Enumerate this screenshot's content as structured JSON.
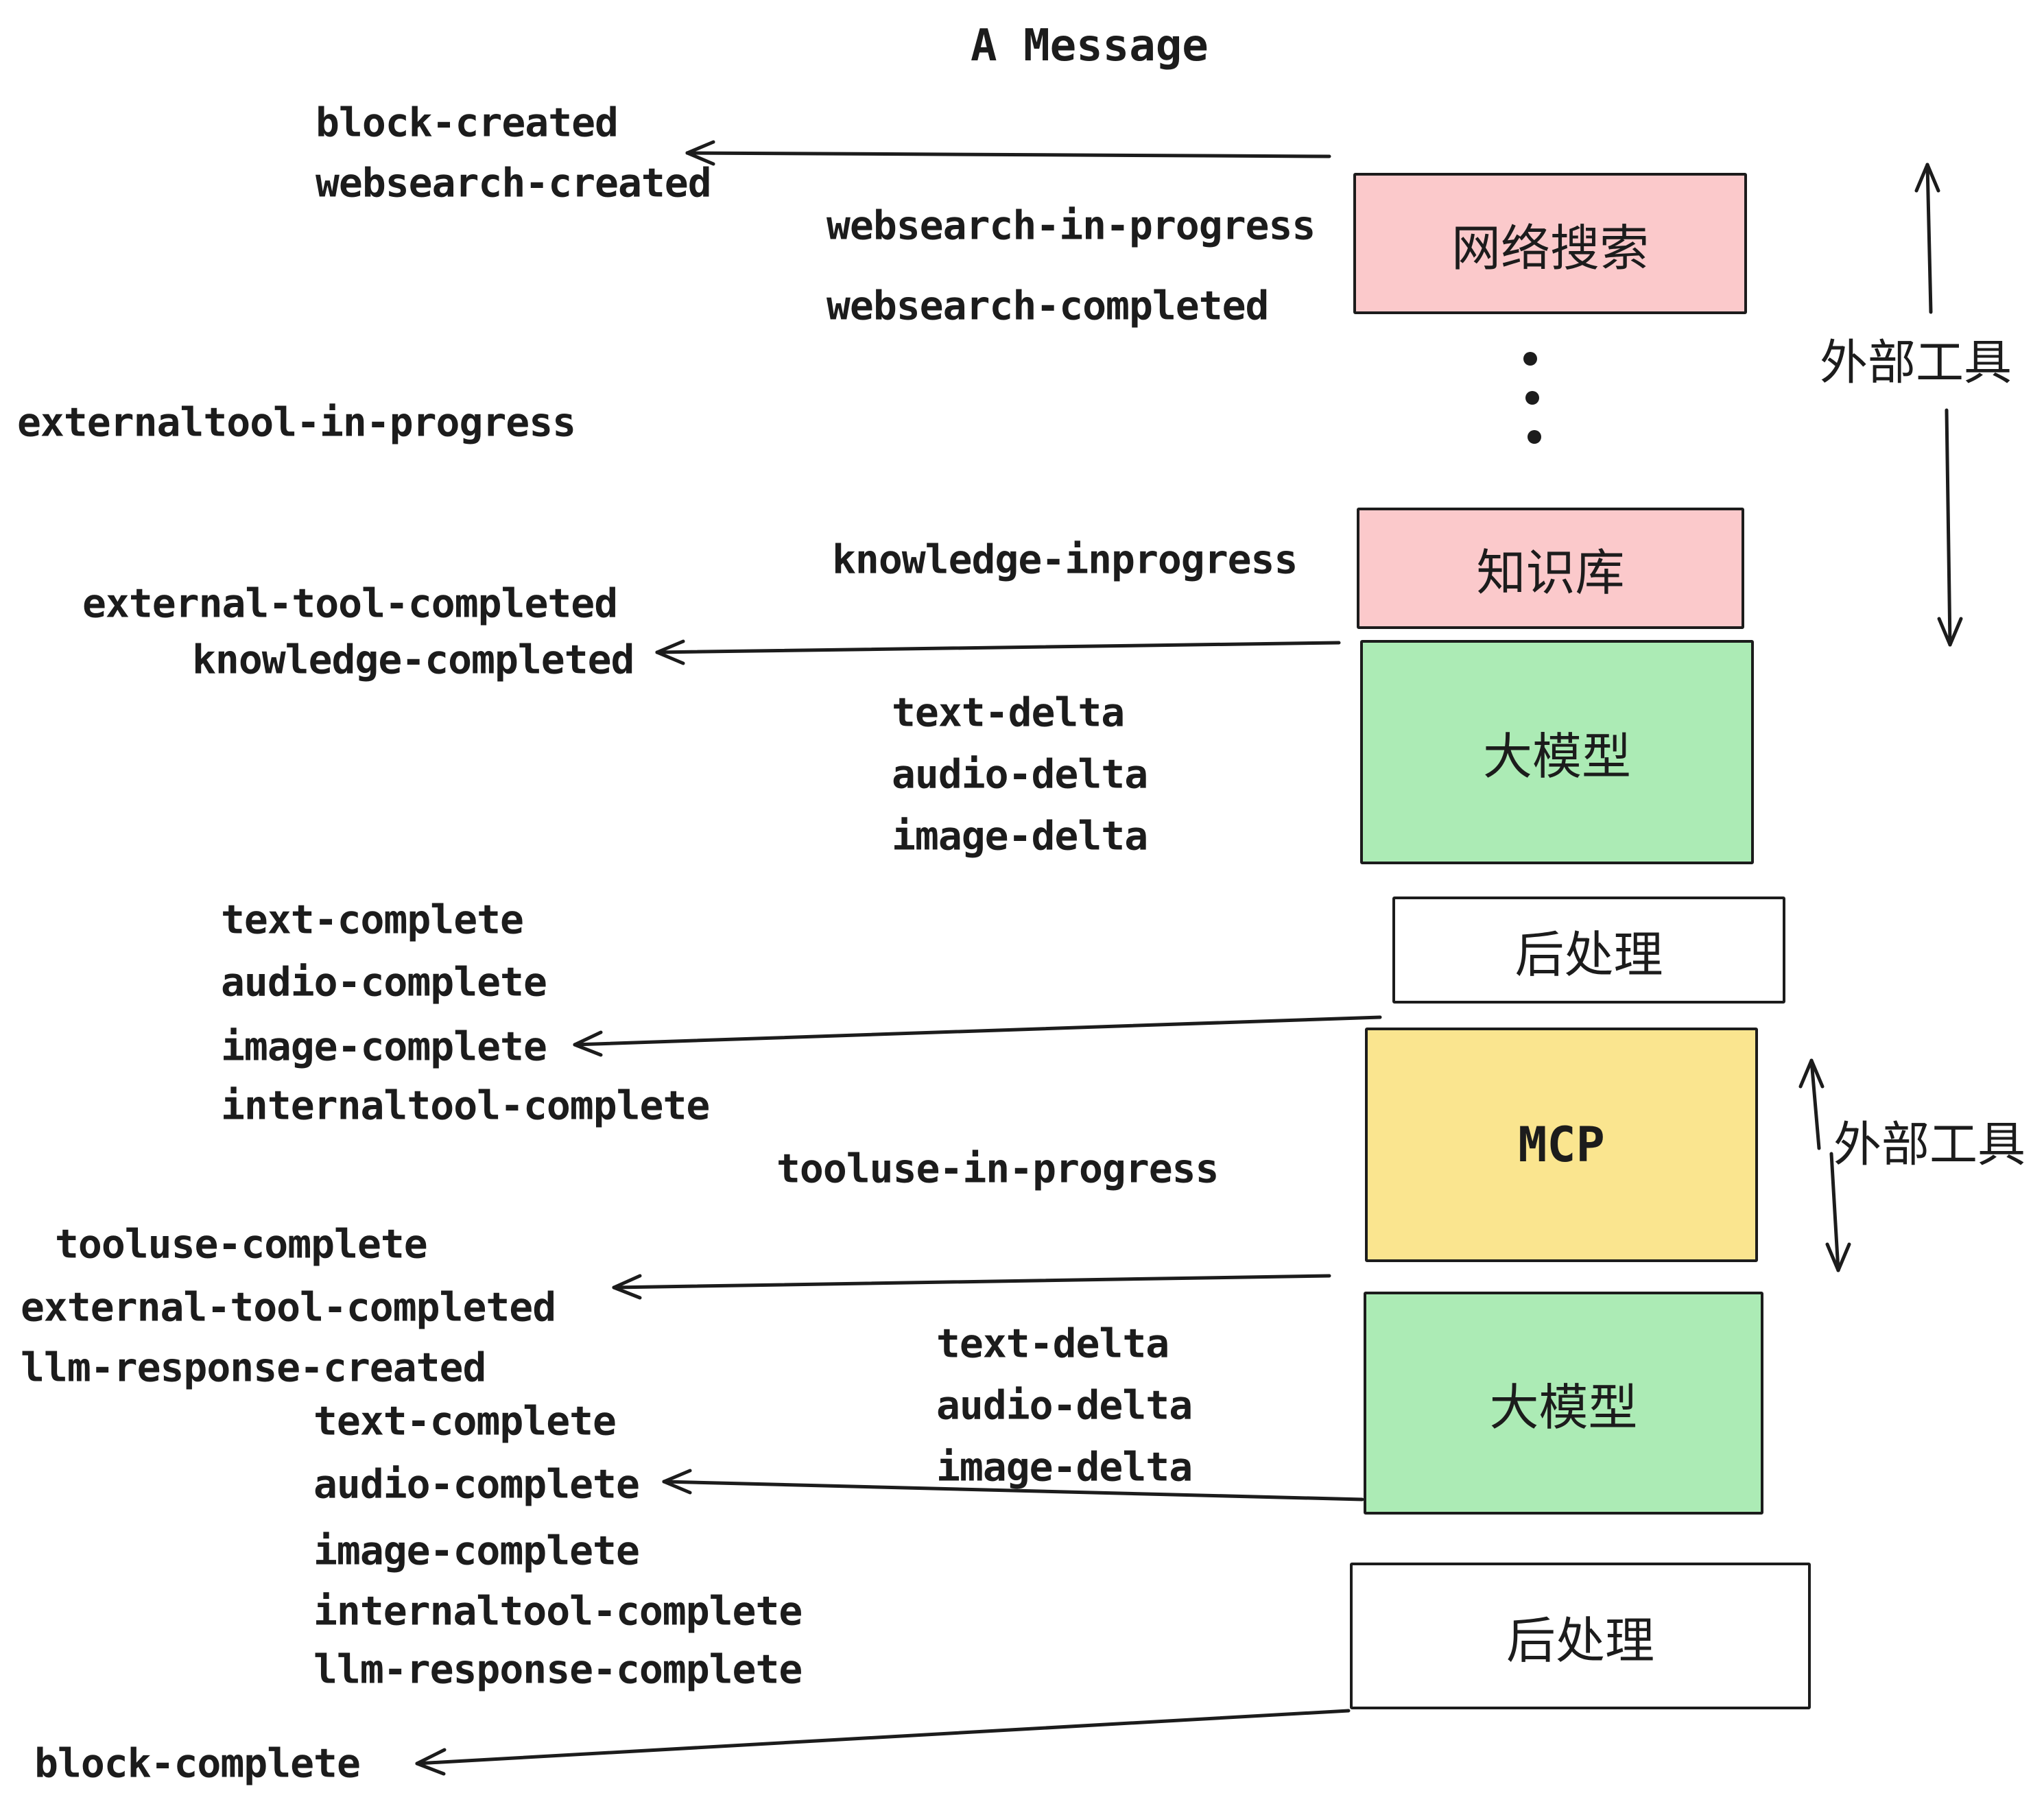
{
  "title": "A Message",
  "colors": {
    "pink": "#FBC9CB",
    "green": "#ACEBB5",
    "yellow": "#FAE58F",
    "white": "#FFFFFF",
    "ink": "#1C1C1C"
  },
  "events": [
    {
      "label": "block-created"
    },
    {
      "label": "websearch-created"
    },
    {
      "label": "websearch-in-progress"
    },
    {
      "label": "websearch-completed"
    },
    {
      "label": "externaltool-in-progress"
    },
    {
      "label": "knowledge-inprogress"
    },
    {
      "label": "external-tool-completed"
    },
    {
      "label": "knowledge-completed"
    },
    {
      "label": "text-delta"
    },
    {
      "label": "audio-delta"
    },
    {
      "label": "image-delta"
    },
    {
      "label": "text-complete"
    },
    {
      "label": "audio-complete"
    },
    {
      "label": "image-complete"
    },
    {
      "label": "internaltool-complete"
    },
    {
      "label": "tooluse-in-progress"
    },
    {
      "label": "tooluse-complete"
    },
    {
      "label": "external-tool-completed"
    },
    {
      "label": "llm-response-created"
    },
    {
      "label": "text-complete"
    },
    {
      "label": "audio-complete"
    },
    {
      "label": "image-complete"
    },
    {
      "label": "internaltool-complete"
    },
    {
      "label": "llm-response-complete"
    },
    {
      "label": "block-complete"
    },
    {
      "label": "text-delta"
    },
    {
      "label": "audio-delta"
    },
    {
      "label": "image-delta"
    }
  ],
  "boxes": [
    {
      "label": "网络搜索"
    },
    {
      "label": "知识库"
    },
    {
      "label": "大模型"
    },
    {
      "label": "后处理"
    },
    {
      "label": "MCP"
    },
    {
      "label": "大模型"
    },
    {
      "label": "后处理"
    }
  ],
  "side_labels": [
    {
      "label": "外部工具"
    },
    {
      "label": "外部工具"
    }
  ]
}
